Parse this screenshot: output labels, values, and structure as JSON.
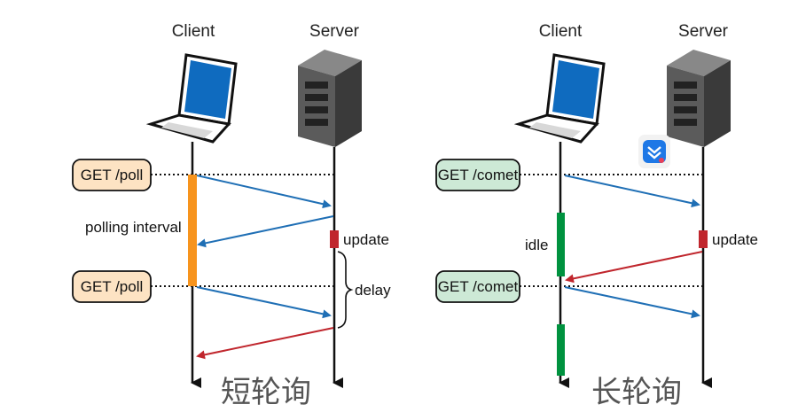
{
  "short_polling": {
    "client_label": "Client",
    "server_label": "Server",
    "request_1": "GET /poll",
    "request_2": "GET /poll",
    "interval_label": "polling interval",
    "update_label": "update",
    "delay_label": "delay",
    "caption": "短轮询"
  },
  "long_polling": {
    "client_label": "Client",
    "server_label": "Server",
    "request_1": "GET /comet",
    "request_2": "GET /comet",
    "idle_label": "idle",
    "update_label": "update",
    "caption": "长轮询"
  },
  "colors": {
    "request_arrow": "#1f6fb5",
    "response_arrow": "#c0262d",
    "interval_bar": "#f7941d",
    "idle_bar": "#00923f",
    "update_block": "#c0262d",
    "poll_pill_fill": "#fde3c3",
    "comet_pill_fill": "#cde9d6",
    "lifeline": "#111111"
  }
}
